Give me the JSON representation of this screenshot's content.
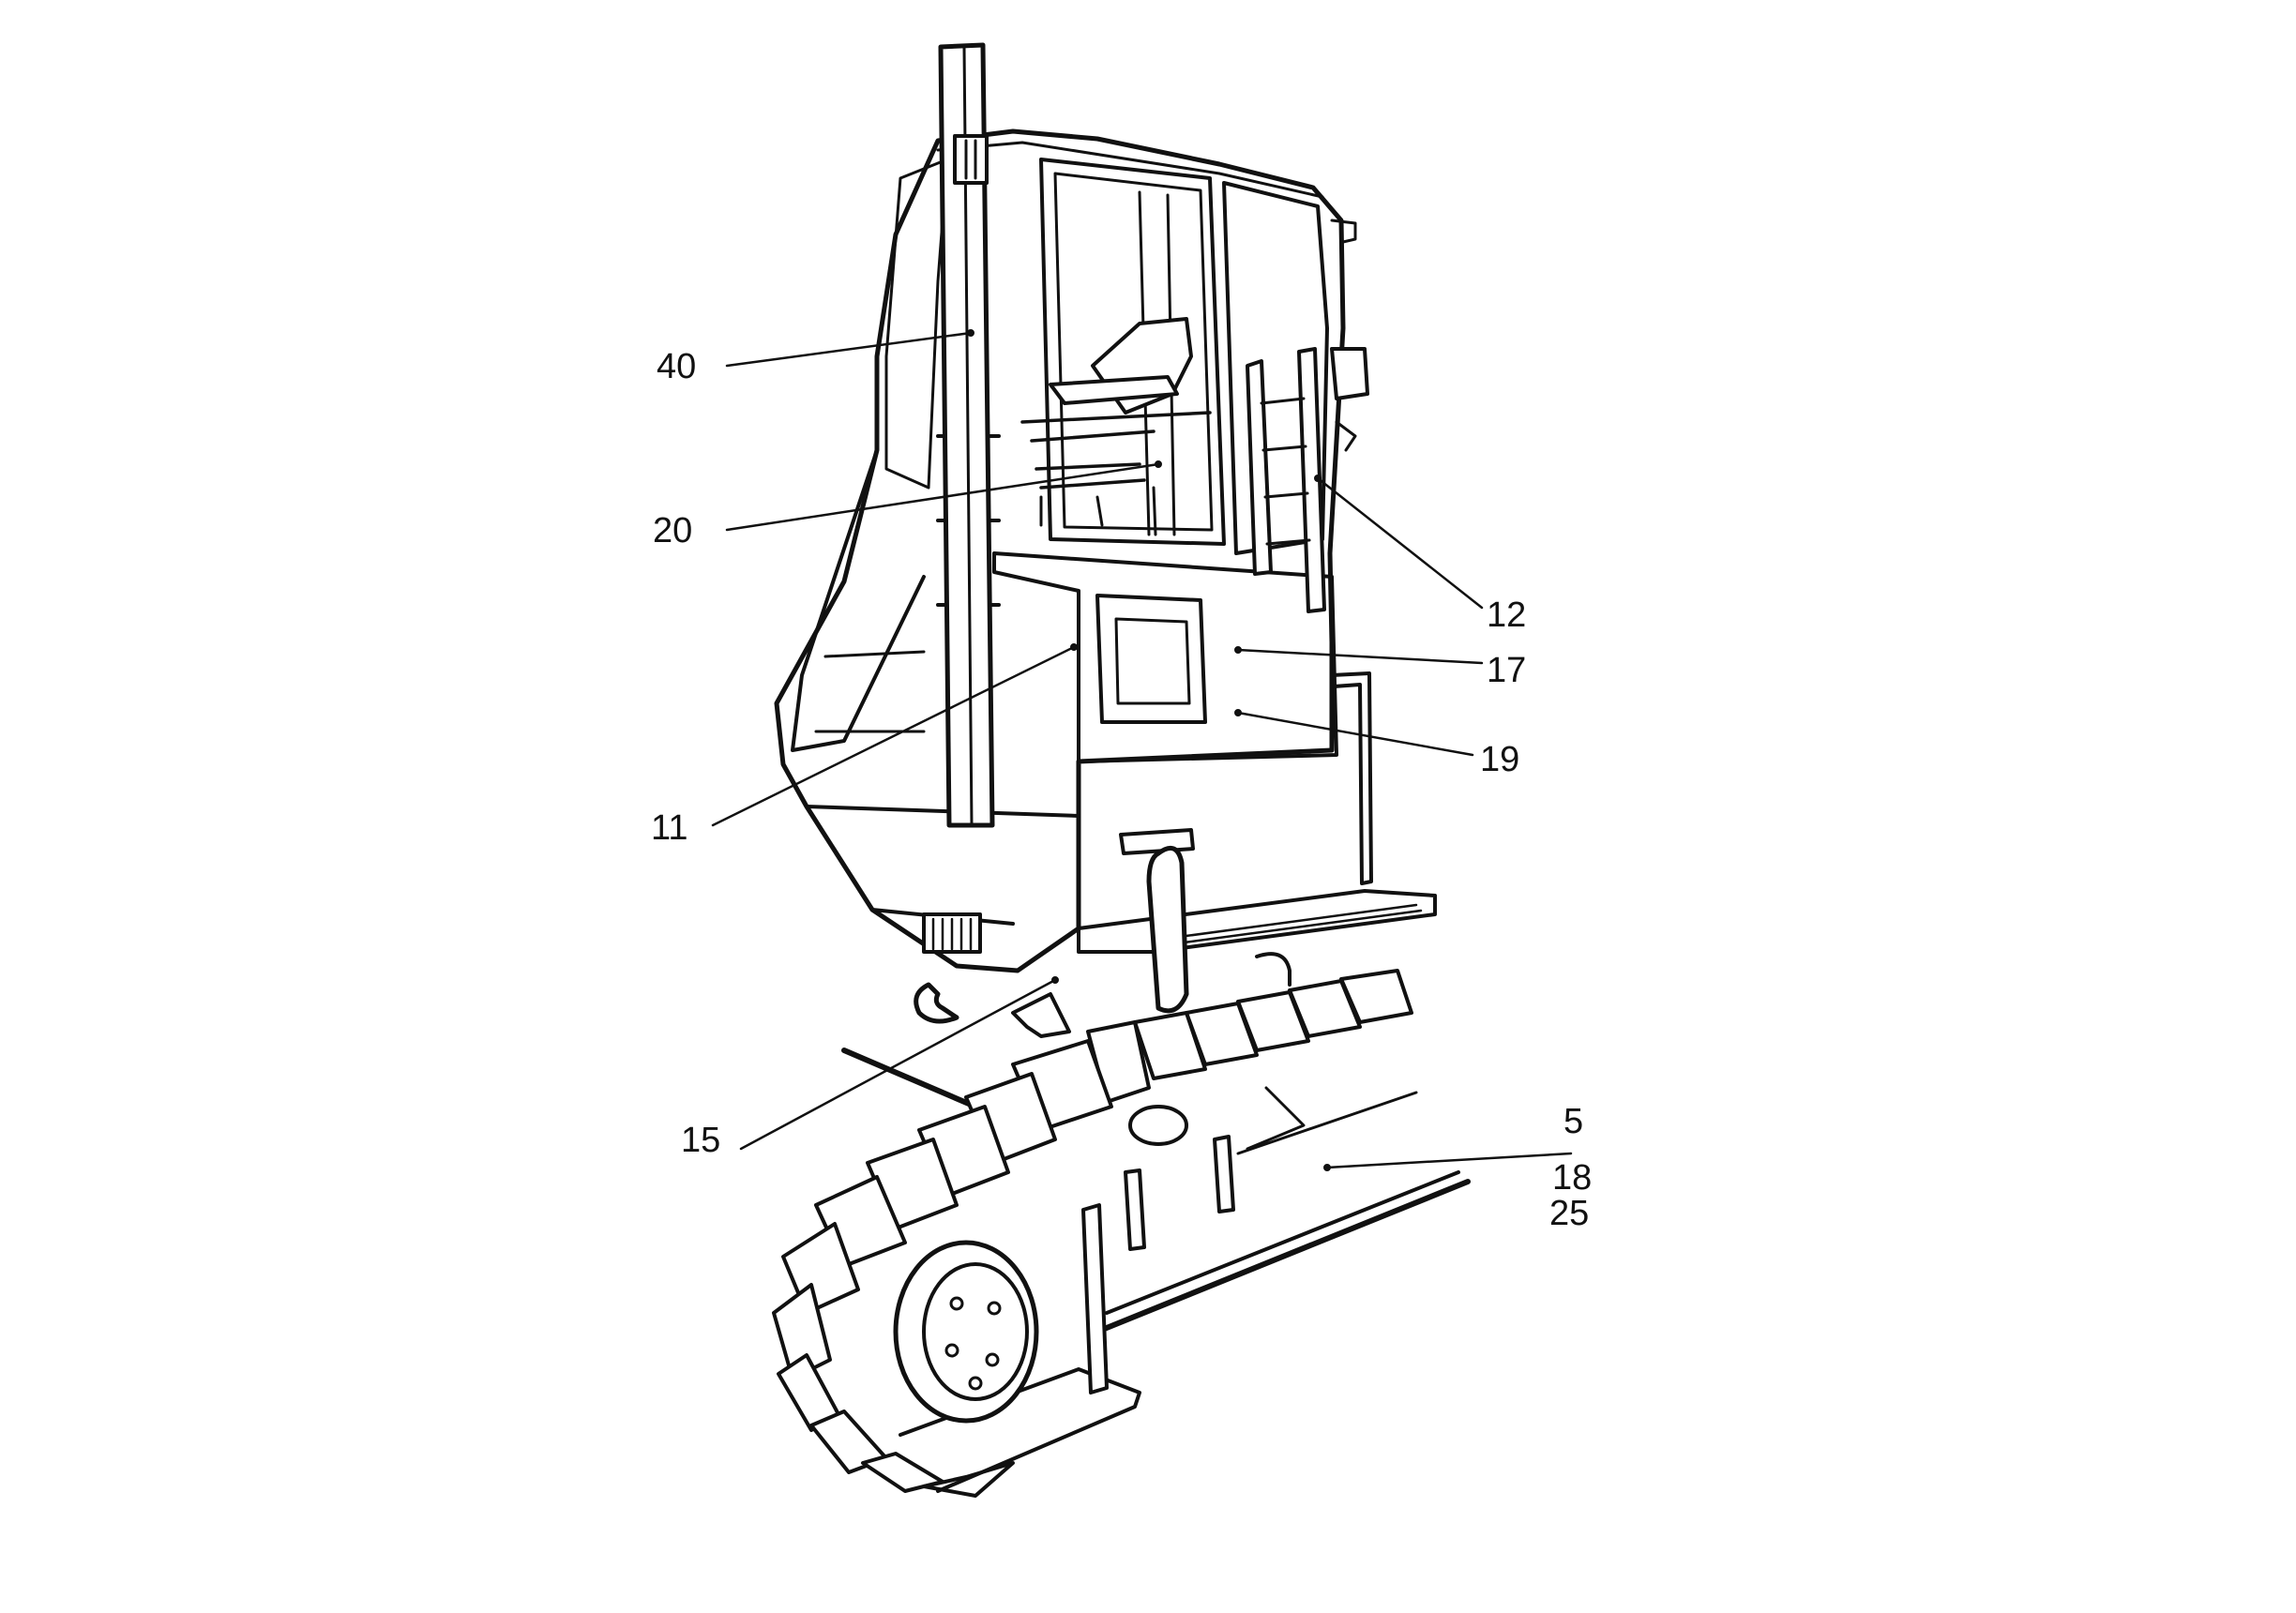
{
  "diagram": {
    "ink_color": "#111111",
    "background_color": "#ffffff",
    "callouts": [
      {
        "id": "40",
        "text": "40"
      },
      {
        "id": "20",
        "text": "20"
      },
      {
        "id": "12",
        "text": "12"
      },
      {
        "id": "17",
        "text": "17"
      },
      {
        "id": "19",
        "text": "19"
      },
      {
        "id": "11",
        "text": "11"
      },
      {
        "id": "15",
        "text": "15"
      },
      {
        "id": "5",
        "text": "5"
      },
      {
        "id": "18",
        "text": "18"
      },
      {
        "id": "25",
        "text": "25"
      }
    ]
  }
}
